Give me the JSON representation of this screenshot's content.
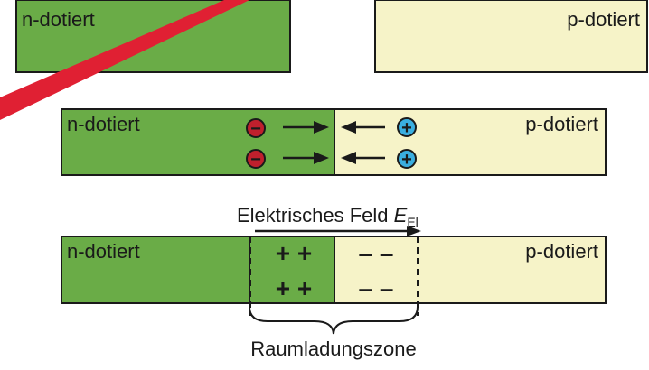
{
  "colors": {
    "n_region": "#6aac47",
    "p_region": "#f6f3c8",
    "electron": "#c0202d",
    "hole": "#3aaee0",
    "cross_out": "#e02033",
    "stroke": "#1a1a1a"
  },
  "top_row": {
    "n_label": "n-dotiert",
    "p_label": "p-dotiert"
  },
  "middle_row": {
    "n_label": "n-dotiert",
    "p_label": "p-dotiert",
    "electron_symbol": "−",
    "hole_symbol": "+"
  },
  "field": {
    "label": "Elektrisches Feld ",
    "symbol": "E",
    "subscript": "El"
  },
  "bottom_row": {
    "n_label": "n-dotiert",
    "p_label": "p-dotiert",
    "positive_charges": [
      "+ +",
      "+ +"
    ],
    "negative_charges": [
      "– –",
      "– –"
    ]
  },
  "zone_label": "Raumladungszone"
}
